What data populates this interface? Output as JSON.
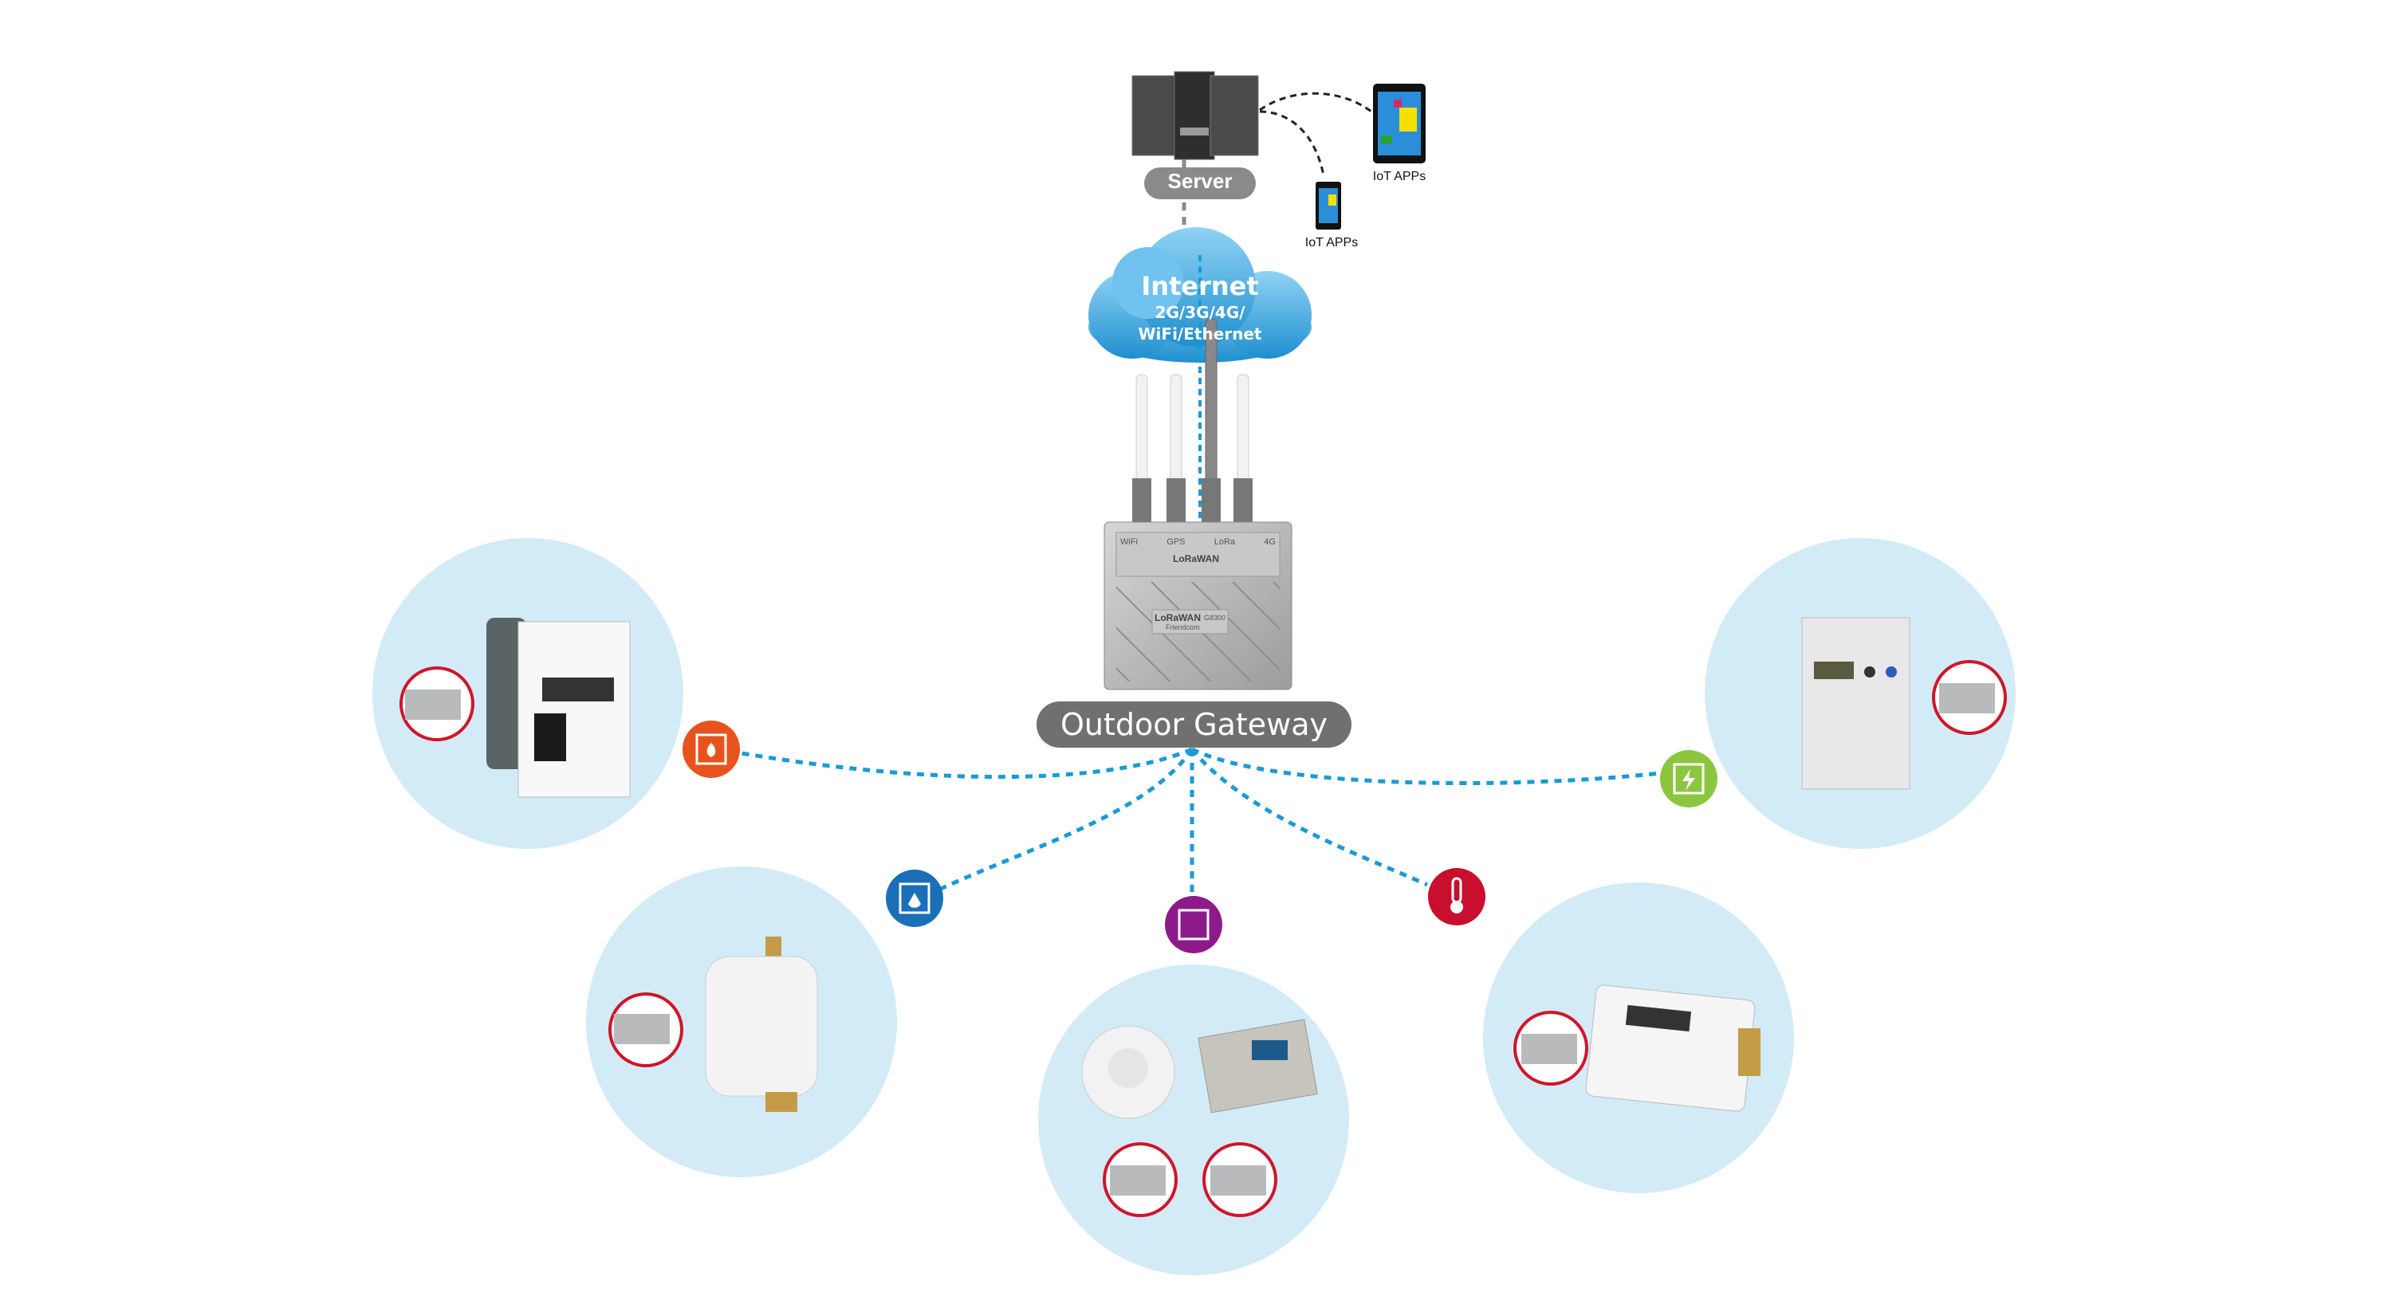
{
  "server": {
    "label": "Server"
  },
  "apps": [
    {
      "label": "IoT APPs"
    },
    {
      "label": "IoT APPs"
    }
  ],
  "cloud": {
    "title": "Internet",
    "line1": "2G/3G/4G/",
    "line2": "WiFi/Ethernet"
  },
  "gateway": {
    "label": "Outdoor Gateway",
    "ports": [
      "WiFi",
      "GPS",
      "LoRa",
      "4G"
    ],
    "brand": "LoRaWAN",
    "maker": "Friendcom",
    "model": "G8300"
  },
  "colors": {
    "link": "#1a9ad6",
    "circle": "#d3ebf7",
    "pill": "#707070",
    "gas": "#e8531d",
    "water": "#1a6fb8",
    "smoke": "#8e1a8a",
    "heat": "#c8102e",
    "electric": "#8cc63f"
  },
  "devices": [
    {
      "id": "gas-meter",
      "icon": "flame-icon"
    },
    {
      "id": "water-meter",
      "icon": "water-drop-icon"
    },
    {
      "id": "smoke-detector",
      "icon": "smoke-icon"
    },
    {
      "id": "heat-meter",
      "icon": "thermometer-icon"
    },
    {
      "id": "electric-meter",
      "icon": "lightning-icon"
    }
  ]
}
